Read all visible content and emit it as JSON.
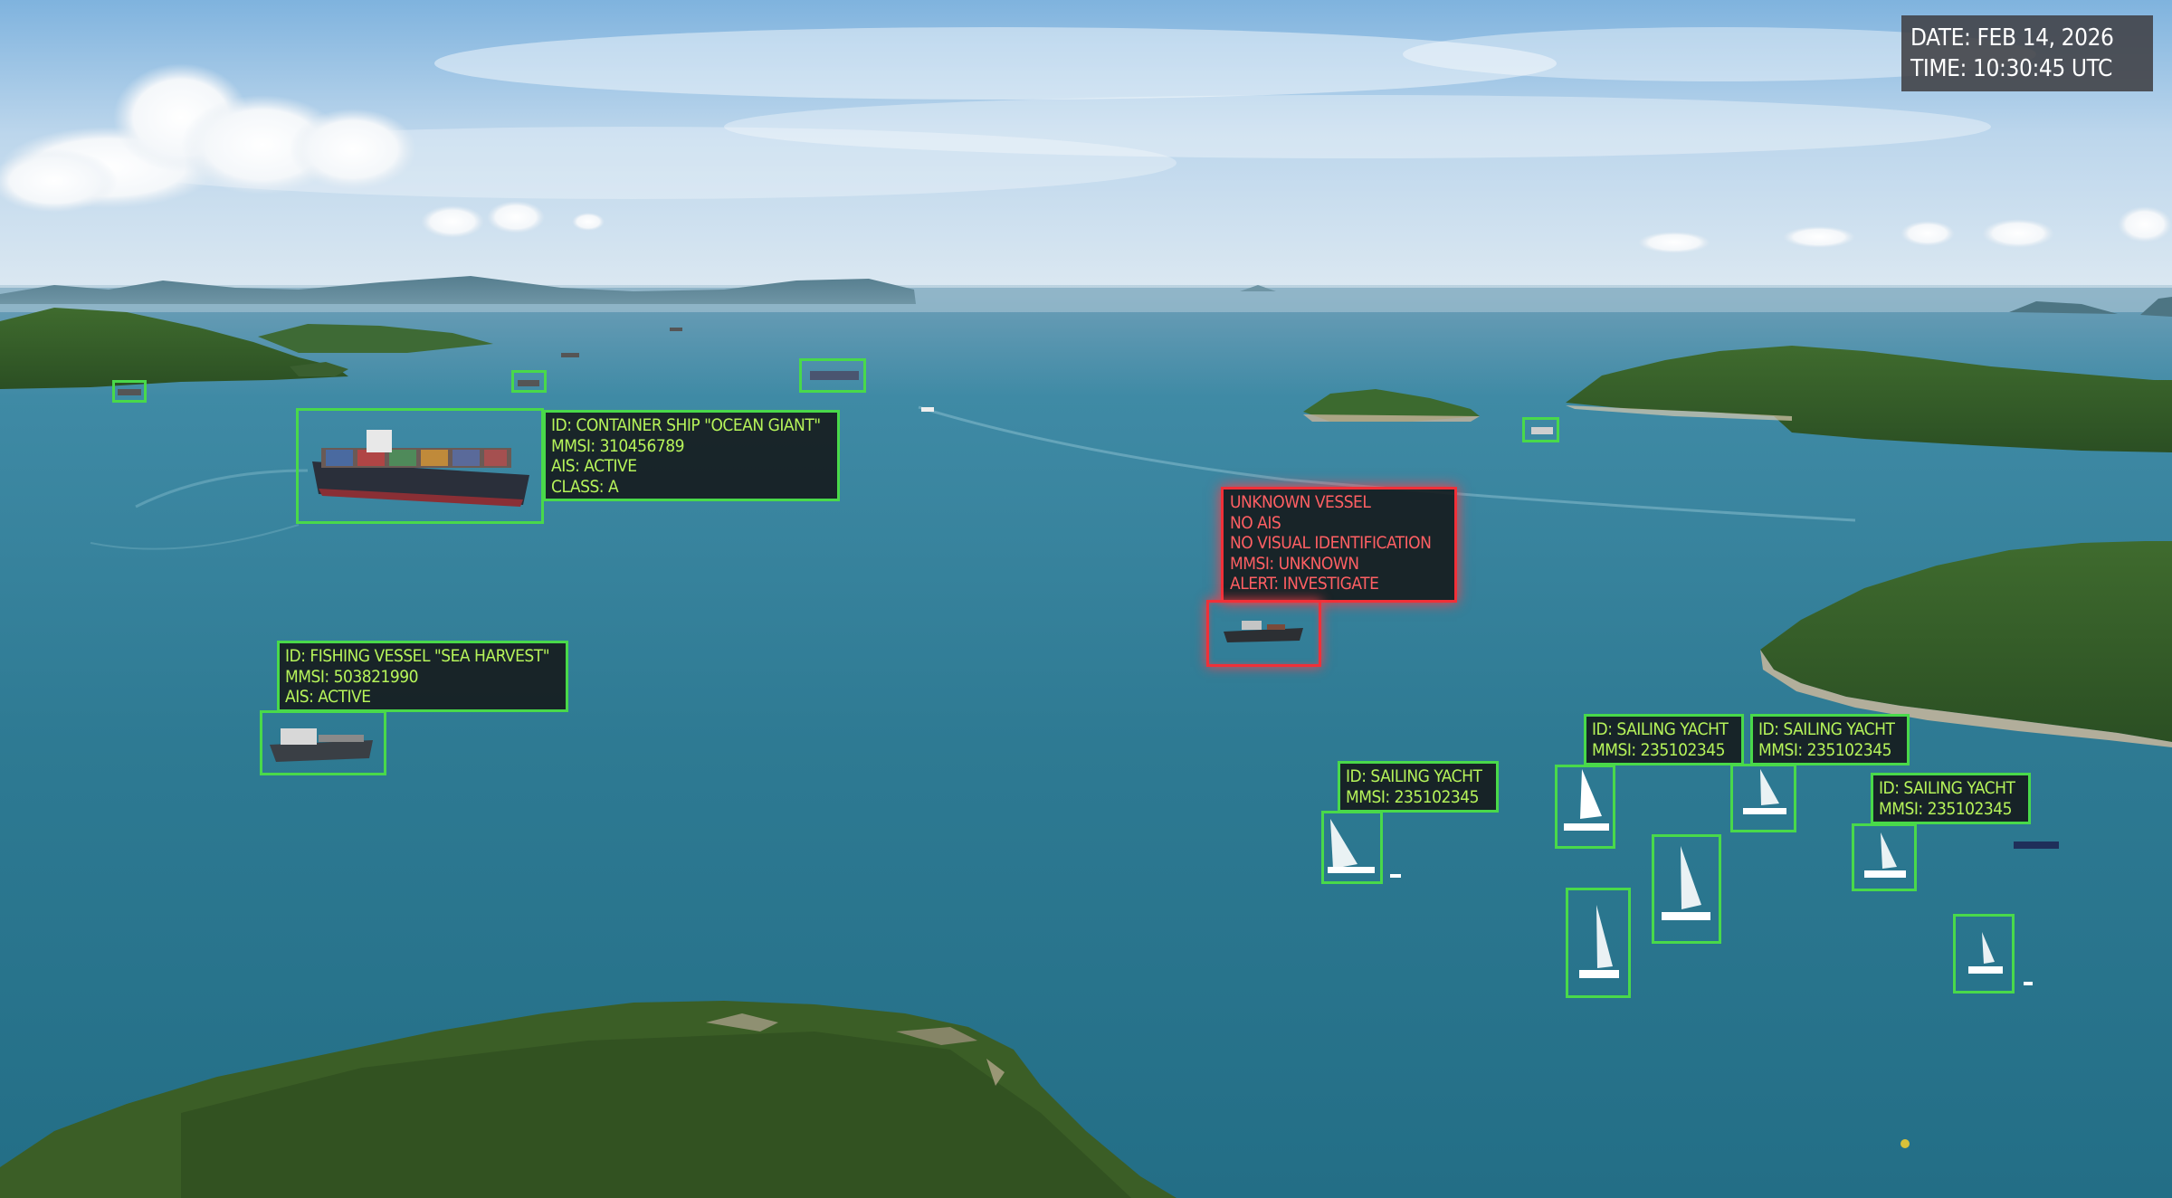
{
  "hud": {
    "date_text": "DATE: FEB 14, 2026",
    "time_text": "TIME: 10:30:45 UTC"
  },
  "colors": {
    "track_box": "#49d94a",
    "track_text": "#b6f45a",
    "alert_box": "#f03038",
    "alert_text": "#ff5f63",
    "sea": "#2f7c94",
    "sky": "#c9dff0"
  },
  "labels": {
    "container": {
      "line1": "ID: CONTAINER SHIP \"OCEAN GIANT\"",
      "line2": "MMSI: 310456789",
      "line3": "AIS: ACTIVE",
      "line4": "CLASS: A"
    },
    "fishing": {
      "line1": "ID: FISHING VESSEL \"SEA HARVEST\"",
      "line2": "MMSI: 503821990",
      "line3": "AIS: ACTIVE"
    },
    "unknown": {
      "line1": "UNKNOWN VESSEL",
      "line2": "NO AIS",
      "line3": "NO VISUAL IDENTIFICATION",
      "line4": "MMSI: UNKNOWN",
      "line5": "ALERT: INVESTIGATE"
    },
    "yacht_a": {
      "line1": "ID: SAILING YACHT",
      "line2": "MMSI: 235102345"
    },
    "yacht_b": {
      "line1": "ID: SAILING YACHT",
      "line2": "MMSI: 235102345"
    },
    "yacht_c": {
      "line1": "ID: SAILING YACHT",
      "line2": "MMSI: 235102345"
    },
    "yacht_d": {
      "line1": "ID: SAILING YACHT",
      "line2": "MMSI: 235102345"
    }
  }
}
